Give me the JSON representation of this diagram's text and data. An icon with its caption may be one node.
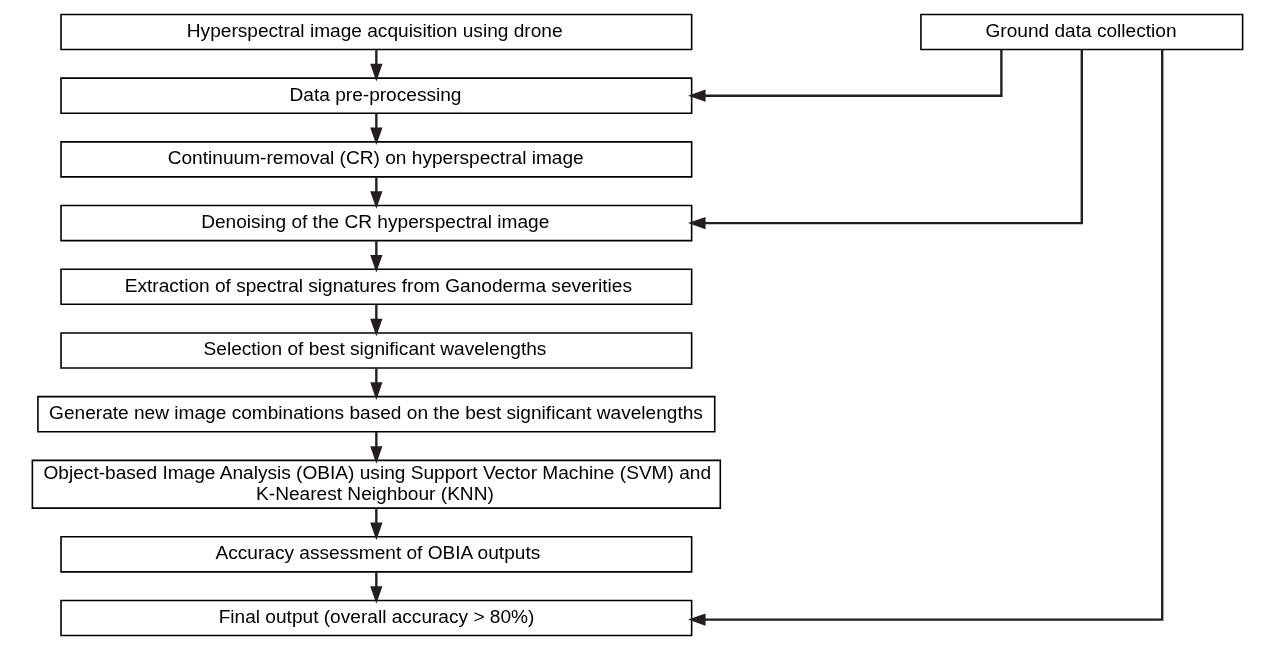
{
  "diagram": {
    "nodes": [
      {
        "text": [
          "Hyperspectral image acquisition using drone"
        ]
      },
      {
        "text": [
          "Data pre-processing"
        ]
      },
      {
        "text": [
          "Continuum-removal (CR) on hyperspectral image"
        ]
      },
      {
        "text": [
          "Denoising of the CR hyperspectral image"
        ]
      },
      {
        "text": [
          "Extraction of spectral signatures from Ganoderma severities"
        ]
      },
      {
        "text": [
          "Selection of best significant wavelengths"
        ]
      },
      {
        "text": [
          "Generate new image combinations based on the best significant wavelengths"
        ]
      },
      {
        "text": [
          "Object-based Image Analysis (OBIA) using Support Vector Machine (SVM) and K-Nearest Neighbour (KNN)"
        ]
      },
      {
        "text": [
          "Accuracy assessment of OBIA outputs"
        ]
      },
      {
        "text": [
          "Final output (overall accuracy > 80%)"
        ]
      },
      {
        "text": [
          "Ground data collection"
        ]
      }
    ],
    "edges": [
      {
        "from": 0,
        "to": 1,
        "arrow": "to"
      },
      {
        "from": 1,
        "to": 2,
        "arrow": "to"
      },
      {
        "from": 2,
        "to": 3,
        "arrow": "to"
      },
      {
        "from": 3,
        "to": 4,
        "arrow": "to"
      },
      {
        "from": 4,
        "to": 5,
        "arrow": "to"
      },
      {
        "from": 5,
        "to": 6,
        "arrow": "to"
      },
      {
        "from": 6,
        "to": 7,
        "arrow": "to"
      },
      {
        "from": 7,
        "to": 8,
        "arrow": "to"
      },
      {
        "from": 8,
        "to": 9,
        "arrow": "to"
      },
      {
        "from": 10,
        "to": 1,
        "arrow": "to"
      },
      {
        "from": 10,
        "to": 3,
        "arrow": "to"
      },
      {
        "from": 10,
        "to": 9,
        "arrow": "to"
      }
    ]
  }
}
